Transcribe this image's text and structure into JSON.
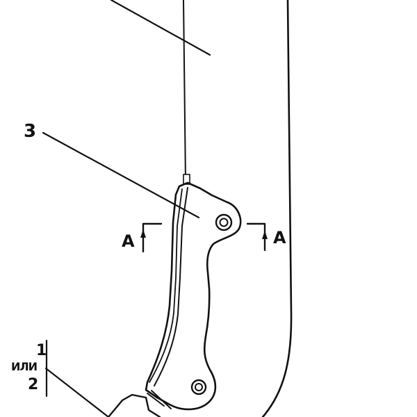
{
  "labels": {
    "part_3": "3",
    "section_left": "A",
    "section_right": "A",
    "frac_top": "1",
    "frac_mid": "ИЛИ",
    "frac_bottom": "2"
  }
}
